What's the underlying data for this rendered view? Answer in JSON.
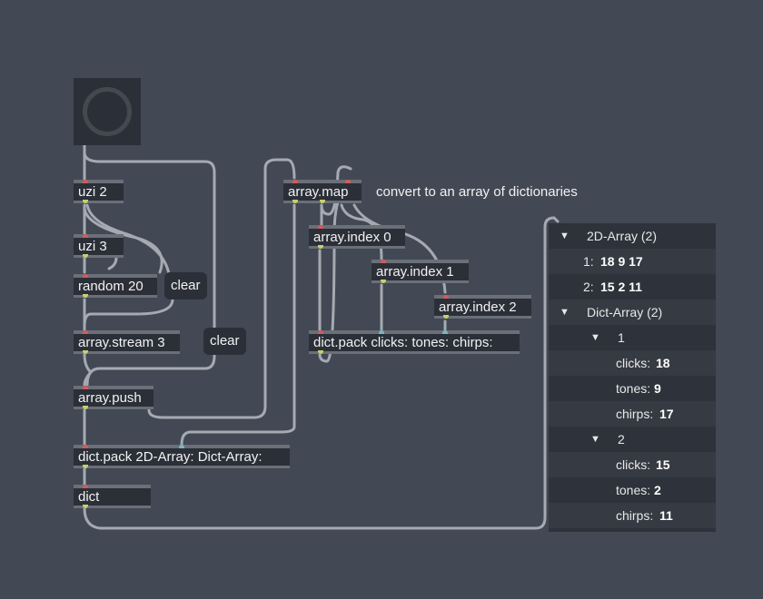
{
  "objects": {
    "uzi2": "uzi 2",
    "uzi3": "uzi 3",
    "random20": "random 20",
    "array_stream": "array.stream 3",
    "array_push": "array.push",
    "dict_pack_main": "dict.pack 2D-Array: Dict-Array:",
    "dict": "dict",
    "array_map": "array.map",
    "array_index0": "array.index 0",
    "array_index1": "array.index 1",
    "array_index2": "array.index 2",
    "dict_pack_sub": "dict.pack clicks: tones: chirps:"
  },
  "messages": {
    "clear1": "clear",
    "clear2": "clear"
  },
  "comment": "convert to an array of dictionaries",
  "dictview": {
    "section1_label": "2D-Array (2)",
    "row1_key": "1:",
    "row1_val": "18 9 17",
    "row2_key": "2:",
    "row2_val": "15 2 11",
    "section2_label": "Dict-Array (2)",
    "sub1_label": "1",
    "sub1": [
      {
        "key": "clicks:",
        "val": "18"
      },
      {
        "key": "tones:",
        "val": "9"
      },
      {
        "key": "chirps:",
        "val": "17"
      }
    ],
    "sub2_label": "2",
    "sub2": [
      {
        "key": "clicks:",
        "val": "15"
      },
      {
        "key": "tones:",
        "val": "2"
      },
      {
        "key": "chirps:",
        "val": "11"
      }
    ],
    "triangle": "▼"
  },
  "colors": {
    "background": "#424854",
    "object": "#2b2f38",
    "cord": "#a8adb5",
    "inlet": "#d65a5a",
    "outlet": "#c9cf6a"
  }
}
